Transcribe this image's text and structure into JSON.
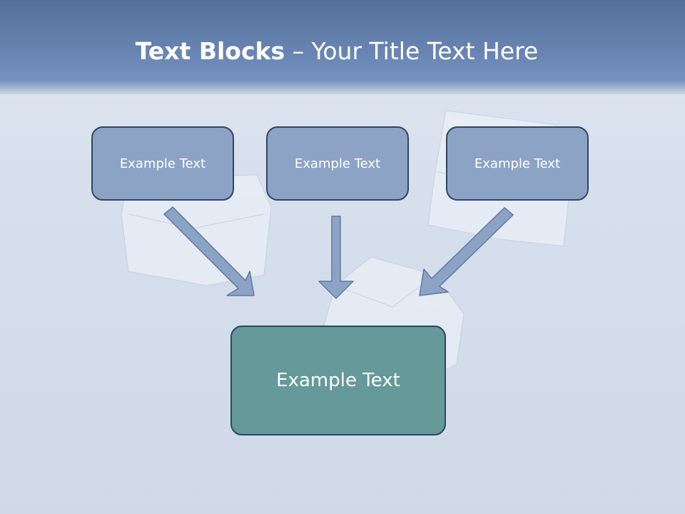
{
  "slide": {
    "title_bold": "Text Blocks",
    "title_rest": " – Your Title Text Here"
  },
  "blocks": {
    "left": "Example Text",
    "middle": "Example Text",
    "right": "Example Text",
    "center": "Example Text"
  },
  "colors": {
    "header": "#6884b2",
    "small_box_fill": "#8ca3c6",
    "big_box_fill": "#669999",
    "box_border": "#2f4563",
    "arrow_fill": "#8ca3c6"
  }
}
